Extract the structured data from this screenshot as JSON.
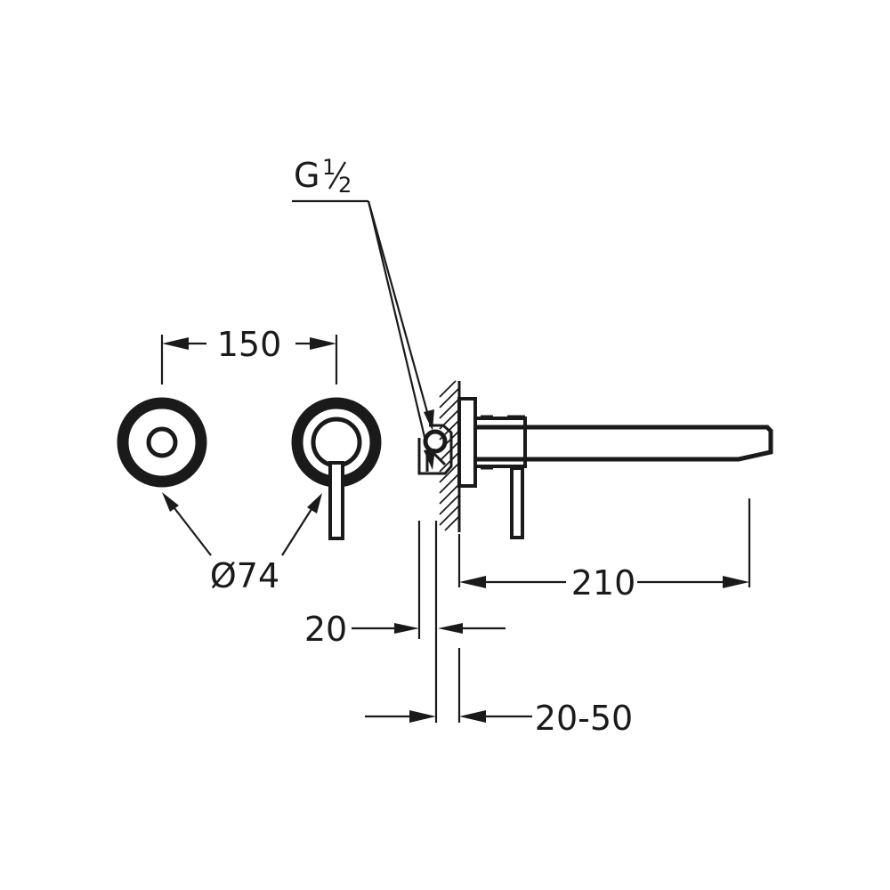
{
  "dimensions": {
    "thread": {
      "main": "G",
      "fraction_num": "1",
      "fraction_den": "2"
    },
    "center_distance": "150",
    "rosette_diameter": "Ø74",
    "spout_length": "210",
    "plate_offset": "20",
    "wall_adjust_range": "20-50"
  }
}
